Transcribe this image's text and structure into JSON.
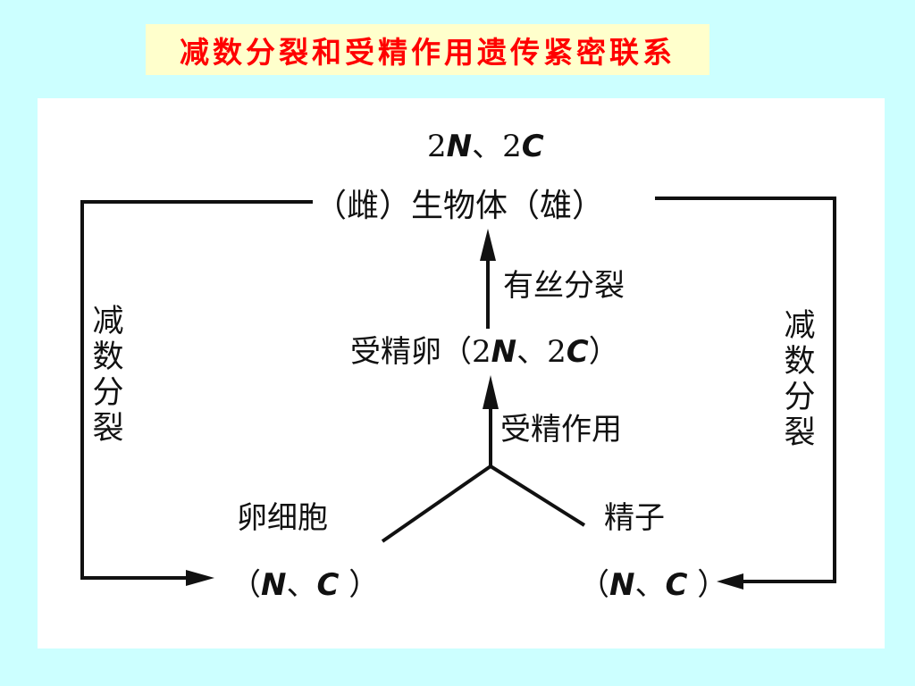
{
  "title": "减数分裂和受精作用遗传紧密联系",
  "diagram": {
    "top_label": {
      "n1": "2",
      "sym1": "N",
      "sep": "、",
      "n2": "2",
      "sym2": "C"
    },
    "organism": "（雌）生物体（雄）",
    "mitosis": "有丝分裂",
    "zygote": {
      "name": "受精卵（",
      "n1": "2",
      "sym1": "N",
      "sep": "、",
      "n2": "2",
      "sym2": "C",
      "close": "）"
    },
    "fertilization": "受精作用",
    "egg": {
      "name": "卵细胞",
      "open": "（",
      "sym1": "N",
      "sep": "、",
      "sym2": "C",
      "close": " ）"
    },
    "sperm": {
      "name": "精子",
      "open": "（",
      "sym1": "N",
      "sep": "、",
      "sym2": "C",
      "close": " ）"
    },
    "meiosis_left": "减数分裂",
    "meiosis_right": "减数分裂"
  },
  "colors": {
    "background": "#ccffff",
    "title_box": "#ffffcc",
    "title_text": "#ff0000",
    "panel": "#ffffff",
    "ink": "#111111"
  }
}
